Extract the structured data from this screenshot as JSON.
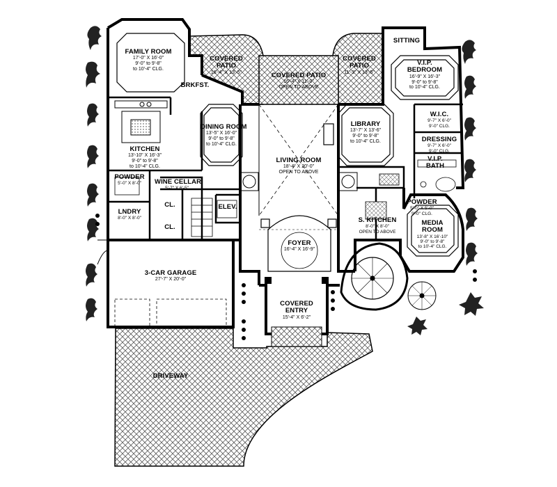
{
  "plan": {
    "rooms": {
      "family_room": {
        "name": "FAMILY ROOM",
        "dims": [
          "17'-0\" X 16'-0\"",
          "9'-0\" to 9'-8\"",
          "to 10'-4\" CLG."
        ]
      },
      "covered_patio_left": {
        "name": "COVERED",
        "name2": "PATIO",
        "dims": [
          "16'-4\" X 13'-5\""
        ]
      },
      "covered_patio_center": {
        "name": "COVERED PATIO",
        "dims": [
          "16'-4\" X 11'-0\"",
          "OPEN TO ABOVE"
        ]
      },
      "covered_patio_right": {
        "name": "COVERED",
        "name2": "PATIO",
        "dims": [
          "11'-3\" X 13'-5\""
        ]
      },
      "sitting": {
        "name": "SITTING"
      },
      "vip_bedroom": {
        "name": "V.I.P.",
        "name2": "BEDROOM",
        "dims": [
          "16'-9\" X 16'-3\"",
          "9'-0\" to 9'-8\"",
          "to 10'-4\" CLG."
        ]
      },
      "brkfst": {
        "name": "BRKFST."
      },
      "dining_room": {
        "name": "DINING ROOM",
        "dims": [
          "13'-5\" X 16'-0\"",
          "9'-0\" to 9'-8\"",
          "to 10'-4\" CLG."
        ]
      },
      "living_room": {
        "name": "LIVING ROOM",
        "dims": [
          "18'-4\" X 20'-0\"",
          "OPEN TO ABOVE"
        ]
      },
      "library": {
        "name": "LIBRARY",
        "dims": [
          "13'-7\" X 13'-6\"",
          "9'-0\" to 9'-8\"",
          "to 10'-4\" CLG."
        ]
      },
      "wic": {
        "name": "W.I.C.",
        "dims": [
          "9'-7\" X 6'-0\"",
          "9'-0\" CLG."
        ]
      },
      "dressing": {
        "name": "DRESSING",
        "dims": [
          "9'-7\" X 6'-0\"",
          "9'-0\" CLG."
        ]
      },
      "vip_bath": {
        "name": "V.I.P.",
        "name2": "BATH"
      },
      "kitchen": {
        "name": "KITCHEN",
        "dims": [
          "13'-10\" X 16'-3\"",
          "9'-0\" to 9'-8\"",
          "to 10'-4\" CLG."
        ]
      },
      "powder_left": {
        "name": "POWDER",
        "dims": [
          "5'-0\" X 8'-0\""
        ]
      },
      "wine_cellar": {
        "name": "WINE CELLAR",
        "dims": [
          "5'-7\" X 6'-5\""
        ]
      },
      "laundry": {
        "name": "LNDRY",
        "dims": [
          "8'-0\" X 8'-0\""
        ]
      },
      "cl1": {
        "name": "CL."
      },
      "cl2": {
        "name": "CL."
      },
      "elev": {
        "name": "ELEV."
      },
      "foyer": {
        "name": "FOYER",
        "dims": [
          "16'-4\" X 16'-9\""
        ]
      },
      "summer_kitchen": {
        "name": "S. KITCHEN",
        "dims": [
          "8'-0\" X 8'-0\"",
          "OPEN TO ABOVE"
        ]
      },
      "powder_right": {
        "name": "POWDER",
        "dims": [
          "5'-0\" X 5'-0\"",
          "9'-0\" CLG."
        ]
      },
      "media_room": {
        "name": "MEDIA",
        "name2": "ROOM",
        "dims": [
          "13'-8\" X 16'-10\"",
          "9'-0\" to 9'-8\"",
          "to 10'-4\" CLG."
        ]
      },
      "garage": {
        "name": "3-CAR GARAGE",
        "dims": [
          "27'-7\" X 20'-0\""
        ]
      },
      "covered_entry": {
        "name": "COVERED",
        "name2": "ENTRY",
        "dims": [
          "15'-4\" X 6'-2\""
        ]
      },
      "driveway": {
        "name": "DRIVEWAY"
      }
    },
    "colors": {
      "wall": "#000000",
      "hatch": "#555555",
      "background": "#ffffff"
    }
  }
}
